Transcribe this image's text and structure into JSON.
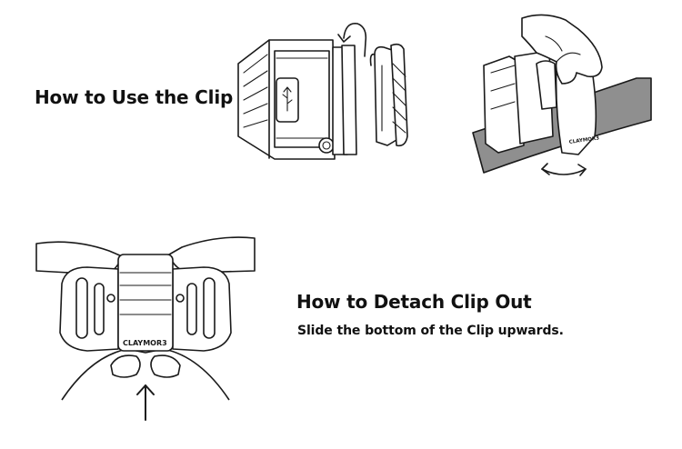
{
  "use_section": {
    "heading": "How to Use the Clip"
  },
  "detach_section": {
    "heading": "How to Detach Clip Out",
    "instruction": "Slide the bottom of the Clip upwards."
  },
  "brand_mark": "CLAYMOR3",
  "illustrations": {
    "attach": {
      "icons": [
        "headlamp-body",
        "usb-port-icon",
        "rotate-arrow-icon",
        "clip-part"
      ]
    },
    "strap": {
      "icons": [
        "hand",
        "strap",
        "clip-on-strap",
        "double-arrow-icon"
      ]
    },
    "detach": {
      "icons": [
        "hands",
        "clip-on-mount",
        "up-arrow-icon"
      ]
    }
  },
  "colors": {
    "ink": "#1a1a1a",
    "strap": "#8f8f8f",
    "background": "#ffffff"
  }
}
